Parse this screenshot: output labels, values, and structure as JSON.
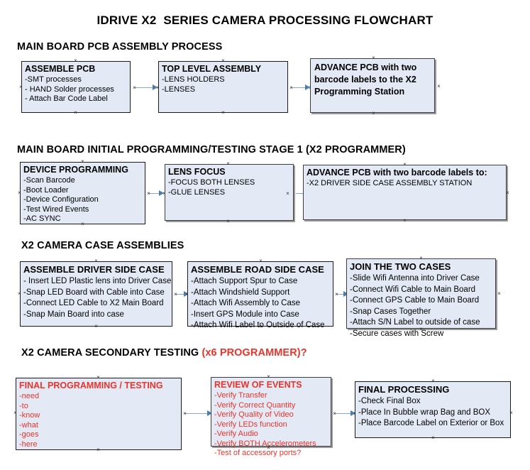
{
  "document": {
    "title": "IDRIVE X2  SERIES CAMERA PROCESSING FLOWCHART",
    "background_color": "#ffffff",
    "node_fill_color": "#e3eaf5",
    "node_border_color": "#1a1a1a",
    "connector_color": "#8aa6c4",
    "accent_color": "#e8342b"
  },
  "sections": [
    {
      "id": "main-board-pcb-assembly",
      "heading": "MAIN BOARD PCB ASSEMBLY PROCESS",
      "heading_accent": "",
      "nodes": [
        {
          "id": "assemble-pcb",
          "title": "ASSEMBLE PCB",
          "lines": [
            "-SMT processes",
            "- HAND Solder processes",
            "- Attach Bar Code Label"
          ]
        },
        {
          "id": "top-level-assembly",
          "title": "TOP LEVEL ASSEMBLY",
          "lines": [
            "-LENS HOLDERS",
            "-LENSES"
          ]
        },
        {
          "id": "advance-pcb-programming-station",
          "title": "ADVANCE PCB with two barcode labels to the  X2 Programming Station",
          "lines": []
        }
      ]
    },
    {
      "id": "main-board-initial-programming",
      "heading": "MAIN BOARD INITIAL PROGRAMMING/TESTING STAGE 1 (X2 PROGRAMMER)",
      "heading_accent": "",
      "nodes": [
        {
          "id": "device-programming",
          "title": "DEVICE PROGRAMMING",
          "lines": [
            "-Scan Barcode",
            "-Boot Loader",
            "-Device Configuration",
            "-Test Wired Events",
            "-AC SYNC"
          ]
        },
        {
          "id": "lens-focus",
          "title": "LENS FOCUS",
          "lines": [
            "-FOCUS BOTH LENSES",
            "-GLUE LENSES"
          ]
        },
        {
          "id": "advance-pcb-driver-side-case",
          "title": "ADVANCE PCB with two barcode labels to:",
          "lines": [
            "-X2 DRIVER  SIDE  CASE  ASSEMBLY STATION"
          ]
        }
      ]
    },
    {
      "id": "x2-camera-case-assemblies",
      "heading": "X2 CAMERA CASE ASSEMBLIES",
      "heading_accent": "",
      "nodes": [
        {
          "id": "assemble-driver-side-case",
          "title": "ASSEMBLE DRIVER SIDE CASE",
          "lines": [
            "- Insert LED Plastic lens into Driver Case",
            "-Snap LED Board with Cable into Case",
            "-Connect LED Cable to X2 Main Board",
            "-Snap Main Board into case"
          ]
        },
        {
          "id": "assemble-road-side-case",
          "title": "ASSEMBLE ROAD SIDE CASE",
          "lines": [
            "-Attach Support Spur to Case",
            "-Attach Windshield Support",
            "-Attach Wifi Assembly to Case",
            "-Insert GPS Module into Case",
            "-Attach Wifi Label to Outside of Case"
          ]
        },
        {
          "id": "join-the-two-cases",
          "title": "JOIN THE TWO CASES",
          "lines": [
            "-Slide Wifi Antenna into Driver Case",
            "-Connect Wifi Cable to Main Board",
            "-Connect GPS Cable to Main Board",
            "-Snap Cases Together",
            "-Attach S/N Label to outside of case",
            "-Secure cases with Screw"
          ]
        }
      ]
    },
    {
      "id": "x2-camera-secondary-testing",
      "heading": "X2 CAMERA SECONDARY TESTING ",
      "heading_accent": "(x6 PROGRAMMER)?",
      "nodes": [
        {
          "id": "final-programming-testing",
          "title": "FINAL PROGRAMMING / TESTING",
          "lines": [
            "-need",
            "-to",
            "-know",
            "-what",
            "-goes",
            "-here"
          ]
        },
        {
          "id": "review-of-events",
          "title": "REVIEW OF EVENTS",
          "lines": [
            "-Verify Transfer",
            "-Verify Correct Quantity",
            "-Verify Quality of Video",
            "-Verify LEDs function",
            "-Verify Audio",
            "-Verify BOTH Accelerometers",
            "-Test of accessory ports?"
          ]
        },
        {
          "id": "final-processing",
          "title": "FINAL PROCESSING",
          "lines": [
            " -Check Final Box",
            "-Place In Bubble wrap Bag and BOX",
            "-Place Barcode Label on Exterior or Box"
          ]
        }
      ]
    }
  ]
}
